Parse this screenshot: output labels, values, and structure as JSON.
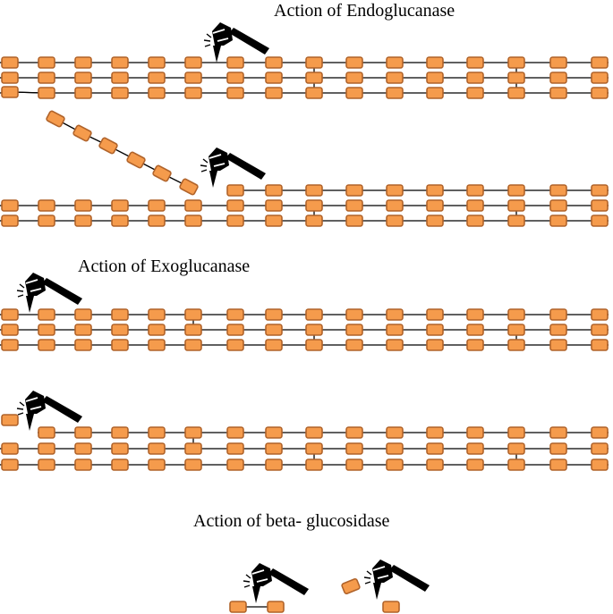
{
  "captions": {
    "endoglucanase": "Action of Endoglucanase",
    "exoglucanase": "Action of Exoglucanase",
    "beta_glucosidase": "Action of beta- glucosidase"
  },
  "colors": {
    "glucose_fill": "#f59b4c",
    "glucose_stroke": "#b0632a",
    "bond": "#000000",
    "enzyme": "#000000"
  },
  "icons": {
    "enzyme": "scissors-enzyme-icon",
    "glucose": "glucose-unit"
  },
  "panels": [
    {
      "name": "endoglucanase-intact",
      "strands": 3,
      "units_per_strand": 16,
      "state": "intact"
    },
    {
      "name": "endoglucanase-cleaved",
      "strands": 3,
      "units_per_strand": 16,
      "state": "internal bond cleaved, 6-unit fragment released"
    },
    {
      "name": "exoglucanase-intact",
      "strands": 3,
      "units_per_strand": 16,
      "state": "intact"
    },
    {
      "name": "exoglucanase-cleaved",
      "strands": 3,
      "units_per_strand": 16,
      "state": "terminal unit removed from chain end"
    },
    {
      "name": "beta-glucosidase",
      "strands": 1,
      "units_per_strand": 2,
      "state": "cellobiose split into two glucose units"
    }
  ]
}
